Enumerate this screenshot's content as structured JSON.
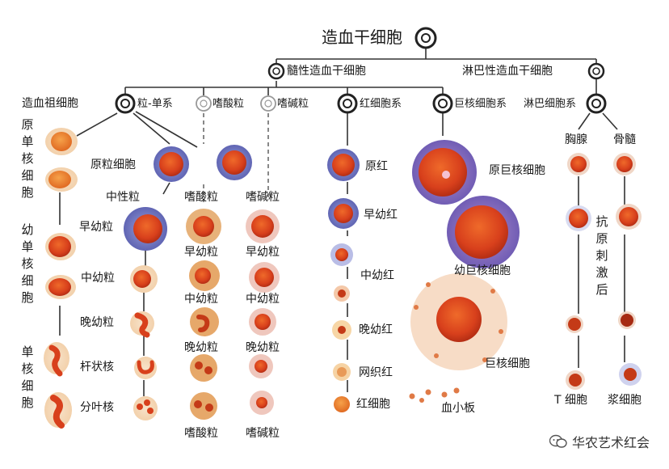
{
  "title": "造血干细胞",
  "branches": {
    "myeloid": "髓性造血干细胞",
    "lymphoid": "淋巴性造血干细胞"
  },
  "lineages": {
    "progenitor": "造血祖细胞",
    "granulo_mono": "粒-单系",
    "eosinophil": "嗜酸粒",
    "basophil": "嗜碱粒",
    "erythroid": "红细胞系",
    "megakaryocyte": "巨核细胞系",
    "lymphocyte": "淋巴细胞系"
  },
  "monocyte": {
    "stage1": "原单核细胞",
    "stage2": "幼单核细胞",
    "stage3": "单核细胞"
  },
  "granulocyte": {
    "myeloblast": "原粒细胞",
    "neutrophil": "中性粒",
    "promyelocyte": "早幼粒",
    "myelocyte": "中幼粒",
    "metamyelocyte": "晚幼粒",
    "band": "杆状核",
    "segmented": "分叶核"
  },
  "eos": {
    "label": "嗜酸粒",
    "early": "早幼粒",
    "mid": "中幼粒",
    "late": "晚幼粒",
    "mature": "嗜酸粒"
  },
  "bas": {
    "label": "嗜碱粒",
    "early": "早幼粒",
    "mid": "中幼粒",
    "late": "晚幼粒",
    "mature": "嗜碱粒"
  },
  "ery": {
    "proerythroblast": "原红",
    "early": "早幼红",
    "mid": "中幼红",
    "late": "晚幼红",
    "reticulocyte": "网织红",
    "rbc": "红细胞"
  },
  "mega": {
    "megakaryoblast": "原巨核细胞",
    "promegakaryocyte": "幼巨核细胞",
    "megakaryocyte": "巨核细胞",
    "platelet": "血小板"
  },
  "lymph": {
    "thymus": "胸腺",
    "bone_marrow": "骨髓",
    "antigen_stim": "抗原刺激后",
    "t_cell": "T 细胞",
    "plasma_cell": "浆细胞"
  },
  "watermark": "华农艺术红会",
  "colors": {
    "nucleus": "#d6401e",
    "cytoplasm_blue": "#5a5fb0",
    "line": "#333333"
  }
}
